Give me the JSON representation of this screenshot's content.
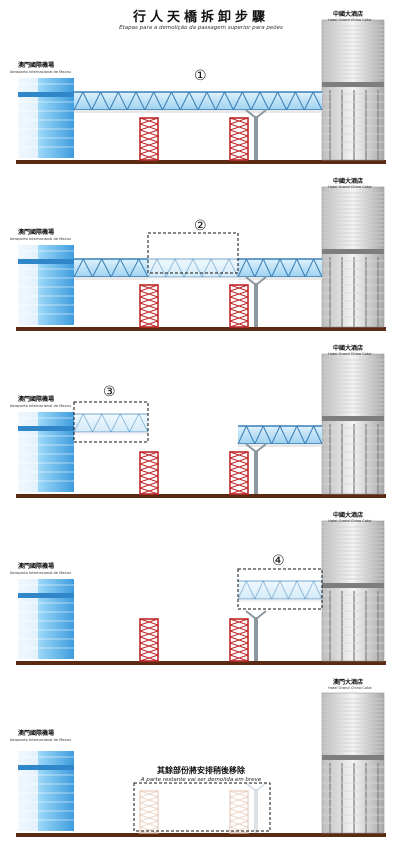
{
  "title": "行人天橋拆卸步驟",
  "subtitle": "Etapas para a demolição da passagem superior para peões",
  "airport": {
    "zh": "澳門國際機場",
    "pt": "Aeroporto Internacional de Macau"
  },
  "hotel": {
    "zh": "中國大酒店",
    "pt": "Hotel Grand China Cotai"
  },
  "stages": [
    {
      "step": "①",
      "removed": "none",
      "hotel_zh": "中國大酒店"
    },
    {
      "step": "②",
      "removed": "middle",
      "hotel_zh": "中國大酒店"
    },
    {
      "step": "③",
      "removed": "left",
      "hotel_zh": "中國大酒店"
    },
    {
      "step": "④",
      "removed": "right",
      "hotel_zh": "中國大酒店"
    },
    {
      "step": "",
      "removed": "remaining",
      "hotel_zh": "澳門大酒店"
    }
  ],
  "note": {
    "zh": "其餘部份將安排稍後移除",
    "pt": "A parte restante vai ser demolida em breve"
  },
  "colors": {
    "ground": "#5a2a12",
    "tower": "#c0282a",
    "bridge": "#a8d8f2",
    "truss": "#3a7fb5",
    "glass": "#5bb0e8"
  }
}
